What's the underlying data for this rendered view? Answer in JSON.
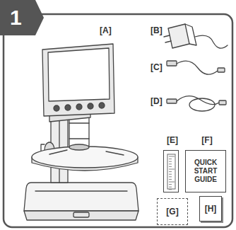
{
  "diagram": {
    "nodes": [
      {
        "text": [
          "1"
        ]
      },
      {
        "text": [
          "[E]"
        ]
      },
      {
        "text": [
          "[F]",
          "QUICK START GUIDE"
        ]
      },
      {
        "text": [
          "[G]"
        ]
      },
      {
        "text": [
          "[H]"
        ]
      }
    ],
    "labels": [
      "[A]",
      "[B]",
      "[C]",
      "[D]"
    ]
  }
}
